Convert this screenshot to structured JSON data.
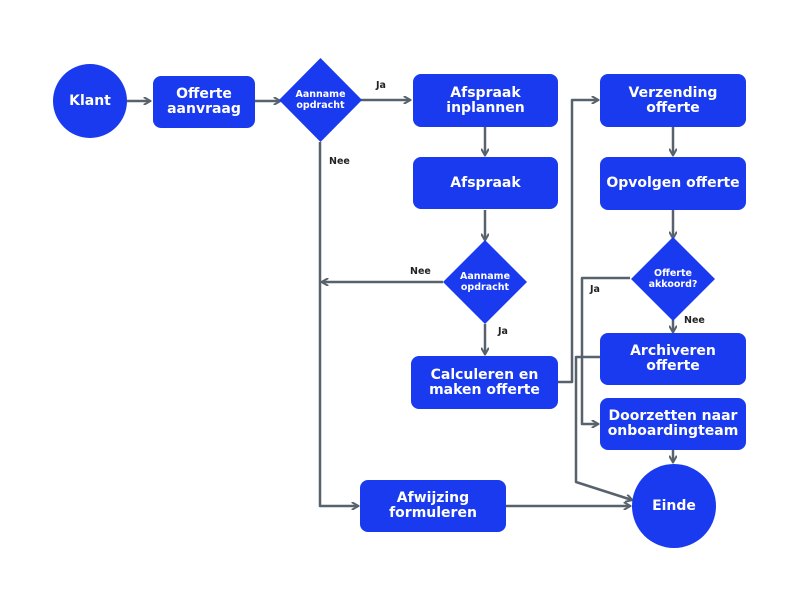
{
  "colors": {
    "node_fill": "#1a3aef",
    "node_text": "#ffffff",
    "edge": "#58626c",
    "edge_label": "#222222",
    "background": "#ffffff"
  },
  "nodes": {
    "klant": "Klant",
    "offerte_aanvraag": "Offerte\naanvraag",
    "aanname_opdracht_1": "Aanname\nopdracht",
    "afspraak_inplannen": "Afspraak\ninplannen",
    "afspraak": "Afspraak",
    "aanname_opdracht_2": "Aanname\nopdracht",
    "calculeren": "Calculeren en\nmaken offerte",
    "verzending_offerte": "Verzending\nofferte",
    "opvolgen_offerte": "Opvolgen offerte",
    "offerte_akkoord": "Offerte\nakkoord?",
    "archiveren_offerte": "Archiveren\nofferte",
    "doorzetten": "Doorzetten naar\nonboardingteam",
    "afwijzing": "Afwijzing\nformuleren",
    "einde": "Einde"
  },
  "edge_labels": {
    "ja_1": "Ja",
    "nee_1": "Nee",
    "nee_2": "Nee",
    "ja_2": "Ja",
    "ja_3": "Ja",
    "nee_3": "Nee"
  }
}
